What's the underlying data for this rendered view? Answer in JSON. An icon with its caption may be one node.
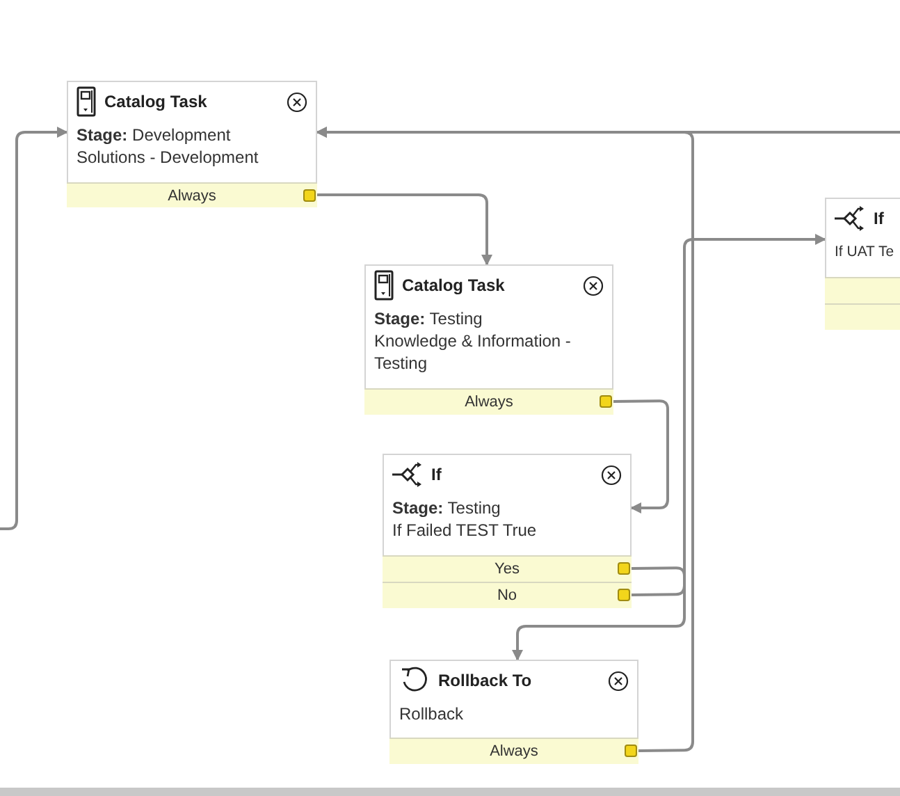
{
  "diagram": {
    "nodes": [
      {
        "text": [
          "Catalog Task",
          "**Stage:** Development",
          "Solutions - Development"
        ]
      },
      {
        "text": [
          "Always"
        ],
        "in": 0
      },
      {
        "text": [
          "Catalog Task",
          "**Stage:** Testing",
          "Knowledge & Information - Testing"
        ]
      },
      {
        "text": [
          "Always"
        ],
        "in": 2
      },
      {
        "text": [
          "If",
          "**Stage:** Testing",
          "If Failed TEST True"
        ]
      },
      {
        "text": [
          "Yes"
        ],
        "in": 4
      },
      {
        "text": [
          "No"
        ],
        "in": 4
      },
      {
        "text": [
          "Rollback To",
          "Rollback"
        ]
      },
      {
        "text": [
          "Always"
        ],
        "in": 7
      },
      {
        "text": [
          "If",
          "If UAT Te"
        ]
      },
      {
        "text": [],
        "shape": "bar",
        "in": 9
      },
      {
        "text": [],
        "shape": "bar",
        "in": 9
      }
    ],
    "edges": [
      {
        "from": null,
        "to": 0,
        "arrow": "to"
      },
      {
        "from": 1,
        "to": 2,
        "arrow": "to"
      },
      {
        "from": 3,
        "to": 4,
        "arrow": "to"
      },
      {
        "from": 5,
        "to": 7,
        "arrow": "to"
      },
      {
        "from": 6,
        "to": 9,
        "arrow": "to"
      },
      {
        "from": 8,
        "to": 0,
        "arrow": "to"
      },
      {
        "from": null,
        "to": 0,
        "arrow": "to"
      }
    ]
  }
}
